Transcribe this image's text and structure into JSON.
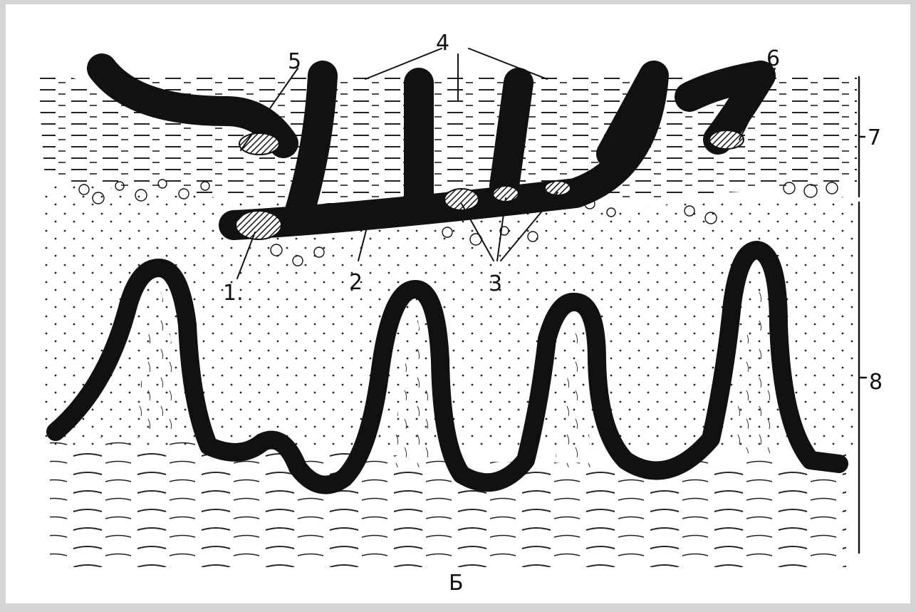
{
  "figure": {
    "caption": "Б",
    "labels": {
      "l1": "1.",
      "l2": "2",
      "l3": "3",
      "l4": "4",
      "l5": "5",
      "l6": "6",
      "l7": "7",
      "l8": "8"
    }
  }
}
